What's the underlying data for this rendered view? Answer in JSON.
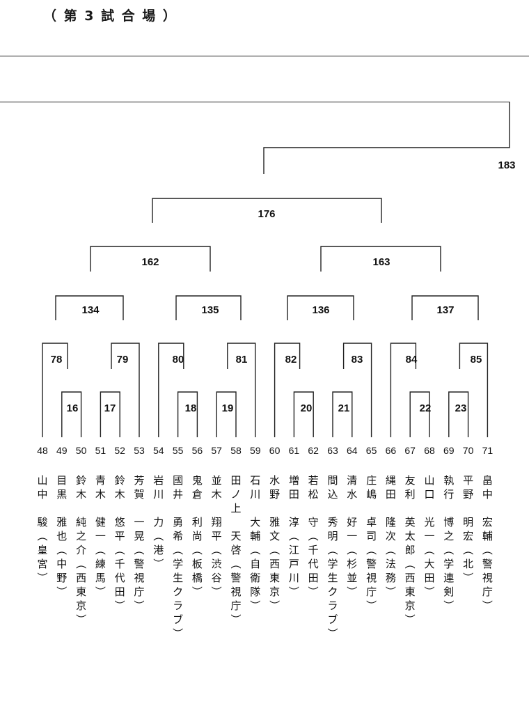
{
  "heading": "（ 第 3 試 合 場 ）",
  "tree": {
    "match_labels": [
      "183",
      "176",
      "162",
      "163",
      "134",
      "135",
      "136",
      "137",
      "78",
      "79",
      "80",
      "81",
      "82",
      "83",
      "84",
      "85",
      "16",
      "17",
      "18",
      "19",
      "20",
      "21",
      "22",
      "23"
    ]
  },
  "entrants": [
    {
      "seed": "48",
      "name": "山中",
      "given": "駿",
      "org": "皇宮"
    },
    {
      "seed": "49",
      "name": "目黒",
      "given": "雅也",
      "org": "中野"
    },
    {
      "seed": "50",
      "name": "鈴木",
      "given": "純之介",
      "org": "西東京"
    },
    {
      "seed": "51",
      "name": "青木",
      "given": "健一",
      "org": "練馬"
    },
    {
      "seed": "52",
      "name": "鈴木",
      "given": "悠平",
      "org": "千代田"
    },
    {
      "seed": "53",
      "name": "芳賀",
      "given": "一晃",
      "org": "警視庁"
    },
    {
      "seed": "54",
      "name": "岩川",
      "given": "力",
      "org": "港"
    },
    {
      "seed": "55",
      "name": "國井",
      "given": "勇希",
      "org": "学生クラブ"
    },
    {
      "seed": "56",
      "name": "鬼倉",
      "given": "利尚",
      "org": "板橋"
    },
    {
      "seed": "57",
      "name": "並木",
      "given": "翔平",
      "org": "渋谷"
    },
    {
      "seed": "58",
      "name": "田ノ上",
      "given": "天啓",
      "org": "警視庁"
    },
    {
      "seed": "59",
      "name": "石川",
      "given": "大輔",
      "org": "自衛隊"
    },
    {
      "seed": "60",
      "name": "水野",
      "given": "雅文",
      "org": "西東京"
    },
    {
      "seed": "61",
      "name": "増田",
      "given": "淳",
      "org": "江戸川"
    },
    {
      "seed": "62",
      "name": "若松",
      "given": "守",
      "org": "千代田"
    },
    {
      "seed": "63",
      "name": "間込",
      "given": "秀明",
      "org": "学生クラブ"
    },
    {
      "seed": "64",
      "name": "清水",
      "given": "好一",
      "org": "杉並"
    },
    {
      "seed": "65",
      "name": "庄嶋",
      "given": "卓司",
      "org": "警視庁"
    },
    {
      "seed": "66",
      "name": "縄田",
      "given": "隆次",
      "org": "法務"
    },
    {
      "seed": "67",
      "name": "友利",
      "given": "英太郎",
      "org": "西東京"
    },
    {
      "seed": "68",
      "name": "山口",
      "given": "光一",
      "org": "大田"
    },
    {
      "seed": "69",
      "name": "執行",
      "given": "博之",
      "org": "学連剣"
    },
    {
      "seed": "70",
      "name": "平野",
      "given": "明宏",
      "org": "北"
    },
    {
      "seed": "71",
      "name": "畠中",
      "given": "宏輔",
      "org": "警視庁"
    }
  ]
}
